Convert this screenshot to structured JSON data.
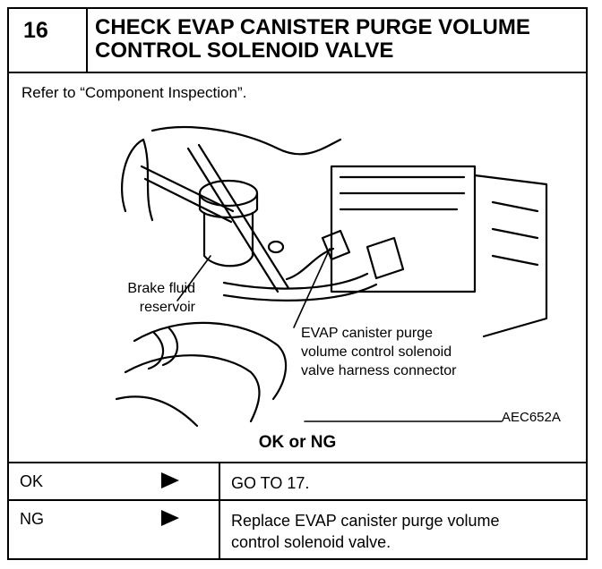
{
  "header": {
    "step_number": "16",
    "title_line1": "CHECK EVAP CANISTER PURGE VOLUME",
    "title_line2": "CONTROL SOLENOID VALVE"
  },
  "refer_text": "Refer to “Component Inspection”.",
  "figure": {
    "label_brake_line1": "Brake fluid",
    "label_brake_line2": "reservoir",
    "label_evap_line1": "EVAP canister purge",
    "label_evap_line2": "volume control solenoid",
    "label_evap_line3": "valve harness connector",
    "code": "AEC652A"
  },
  "result_heading": "OK or NG",
  "results": [
    {
      "status": "OK",
      "action_line1": "GO TO 17.",
      "action_line2": ""
    },
    {
      "status": "NG",
      "action_line1": "Replace EVAP canister purge volume",
      "action_line2": "control solenoid valve."
    }
  ]
}
